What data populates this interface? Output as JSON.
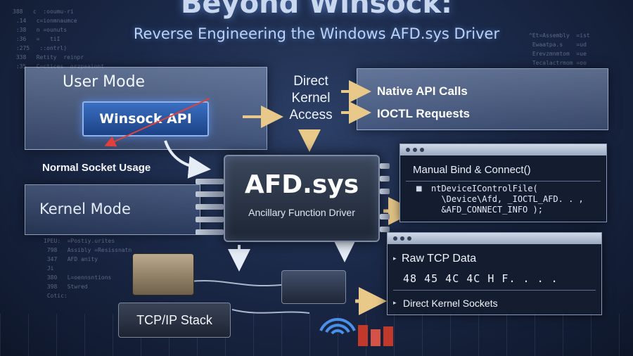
{
  "header": {
    "title": "Beyond Winsock:",
    "subtitle": "Reverse Engineering the Windows AFD.sys Driver"
  },
  "user_mode": {
    "label": "User Mode",
    "winsock_label": "Winsock API"
  },
  "normal_usage_label": "Normal Socket Usage",
  "kernel_mode": {
    "label": "Kernel Mode"
  },
  "direct_access": {
    "line1": "Direct",
    "line2": "Kernel",
    "line3": "Access"
  },
  "api_panel": {
    "item1": "Native API Calls",
    "item2": "IOCTL Requests"
  },
  "chip": {
    "title": "AFD.sys",
    "subtitle": "Ancillary Function Driver"
  },
  "bind_window": {
    "title": "Manual Bind & Connect()",
    "code": [
      "ntDeviceIControlFile(",
      "  \\Device\\Afd, _IOCTL_AFD. . ,",
      "  &AFD_CONNECT_INFO );"
    ]
  },
  "tcp_window": {
    "title": "Raw TCP Data",
    "hex": "48  45  4C  4C  H  F. . . .",
    "footer": "Direct Kernel Sockets"
  },
  "tcpip_label": "TCP/IP Stack",
  "colors": {
    "accent": "#3a6fc2",
    "arrow": "#e8c98a",
    "red_arrow": "#e0413a"
  },
  "icons": [
    "arrow-icon",
    "wifi-icon",
    "chip-icon"
  ]
}
